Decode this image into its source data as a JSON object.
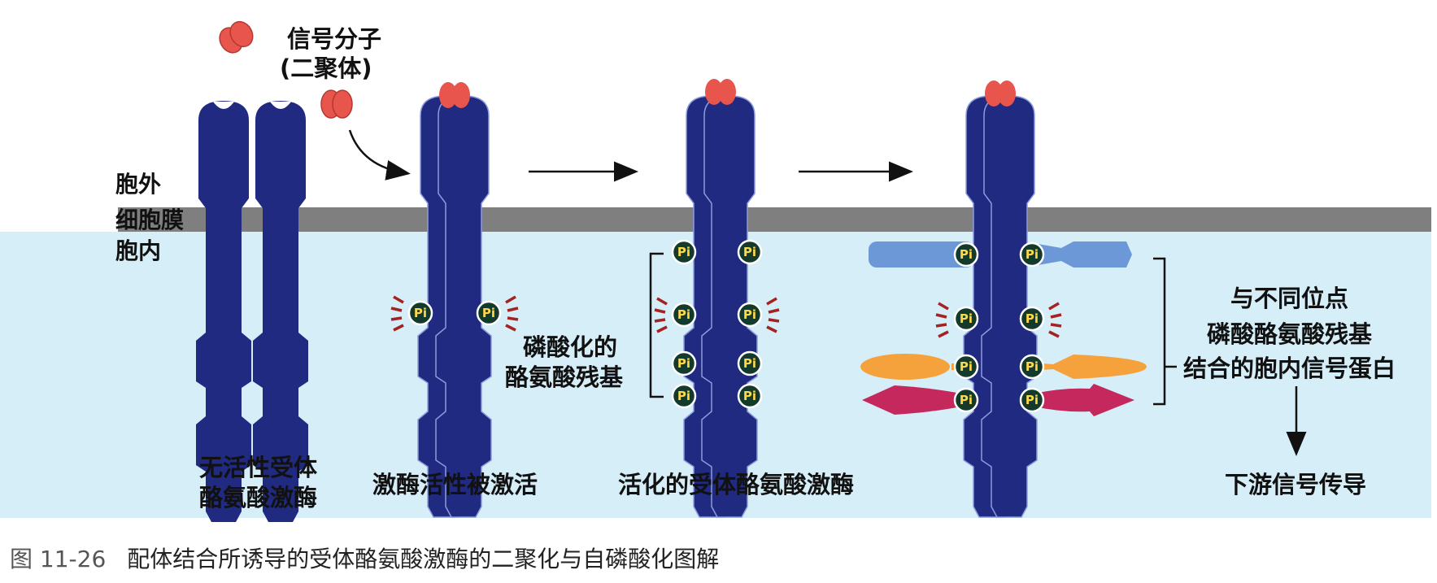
{
  "labels": {
    "signal_molecule": [
      "信号分子",
      "(二聚体)"
    ],
    "extracellular": "胞外",
    "membrane": "细胞膜",
    "intracellular": "胞内",
    "inactive_receptor": [
      "无活性受体",
      "酪氨酸激酶"
    ],
    "kinase_activated": "激酶活性被激活",
    "phosphorylated_tyrosines": [
      "磷酸化的",
      "酪氨酸残基"
    ],
    "activated_receptor": "活化的受体酪氨酸激酶",
    "binding_proteins": [
      "与不同位点",
      "磷酸酪氨酸残基",
      "结合的胞内信号蛋白"
    ],
    "downstream": "下游信号传导",
    "pi": "Pi"
  },
  "caption": {
    "number": "图 11-26",
    "title": "配体结合所诱导的受体酪氨酸激酶的二聚化与自磷酸化图解"
  },
  "colors": {
    "receptor": "#1f2a80",
    "signal": "#e8554c",
    "membrane": "#7f7f7f",
    "cytoplasm": "#d6eef8",
    "blue_protein": "#6d98d8",
    "orange_protein": "#f6a23c",
    "magenta_protein": "#c4285c",
    "pi_fill": "#143a2c"
  }
}
